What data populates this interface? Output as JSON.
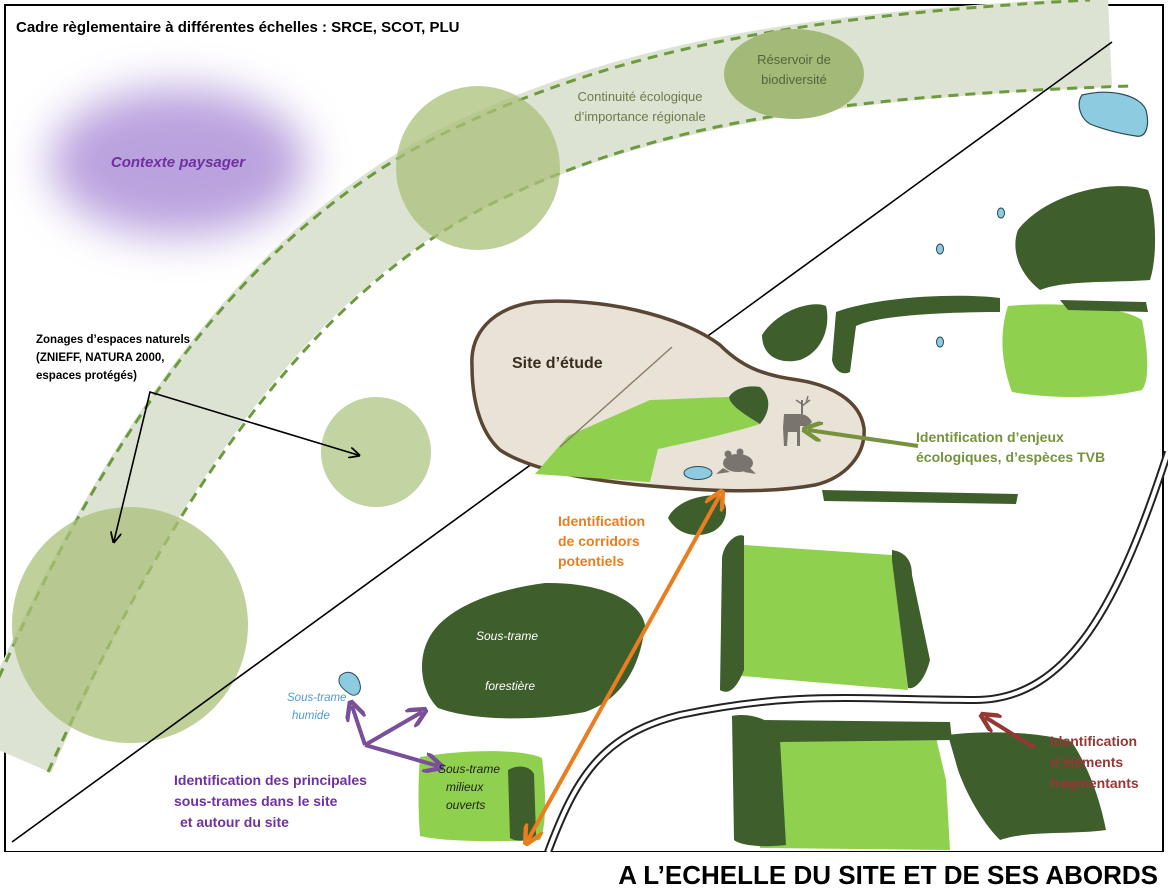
{
  "header": {
    "title": "Cadre règlementaire à différentes échelles : SRCE, SCOT, PLU"
  },
  "footer": {
    "scale_label": "A L’ECHELLE DU SITE ET DE SES ABORDS"
  },
  "labels": {
    "contexte": "Contexte paysager",
    "reservoir_1": "Réservoir de",
    "reservoir_2": "biodiversité",
    "continuite_1": "Continuité écologique",
    "continuite_2": "d’importance régionale",
    "zonages_1": "Zonages d’espaces naturels",
    "zonages_2": "(ZNIEFF, NATURA 2000,",
    "zonages_3": "espaces protégés)",
    "site": "Site d’étude",
    "enjeux_1": "Identification d’enjeux",
    "enjeux_2": "écologiques, d’espèces TVB",
    "corridors_1": "Identification",
    "corridors_2": "de corridors",
    "corridors_3": "potentiels",
    "foret_1": "Sous-trame",
    "foret_2": "forestière",
    "humide_1": "Sous-trame",
    "humide_2": "humide",
    "ouverts_1": "Sous-trame",
    "ouverts_2": "milieux",
    "ouverts_3": "ouverts",
    "soustrames_1": "Identification des principales",
    "soustrames_2": "sous-trames dans le site",
    "soustrames_3": "et autour du site",
    "fragment_1": "Identification",
    "fragment_2": "d’éléments",
    "fragment_3": "fragmentants"
  },
  "colors": {
    "dark_green": "#3e5e2c",
    "light_green": "#8fd14f",
    "pale_green": "#a9c07a",
    "corridor_band": "#dde3d3",
    "corridor_dash": "#6d9a3c",
    "water": "#8ccbe0",
    "site_fill": "#e9e2d6",
    "site_stroke": "#5a4632",
    "purple": "#7030a0",
    "orange": "#e97d1f",
    "olive": "#76923c",
    "red_brown": "#953735",
    "blue_text": "#4f9bd0"
  },
  "icons": [
    "deer-icon",
    "frog-icon"
  ]
}
